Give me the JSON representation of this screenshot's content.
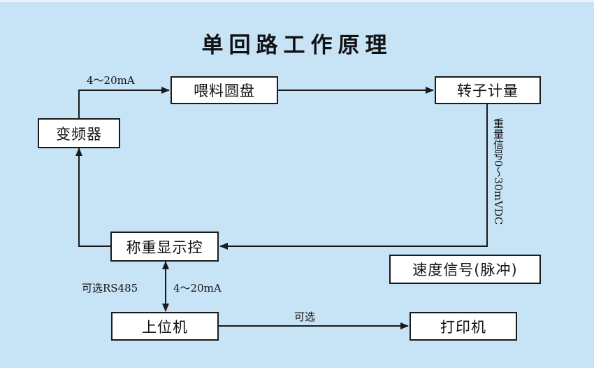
{
  "title": "单回路工作原理",
  "nodes": {
    "feeder": "喂料圆盘",
    "rotor": "转子计量",
    "vfd": "变频器",
    "controller": "称重显示控",
    "speed": "速度信号(脉冲)",
    "host": "上位机",
    "printer": "打印机"
  },
  "labels": {
    "vfd_to_feeder": "4～20mA",
    "weight_signal": "重量信号0～30mVDC",
    "optional_rs485": "可选RS485",
    "controller_host_current": "4～20mA",
    "optional": "可选"
  },
  "colors": {
    "background": "#c7e4f7",
    "box_fill": "#ffffff",
    "line": "#1a1a1a"
  }
}
